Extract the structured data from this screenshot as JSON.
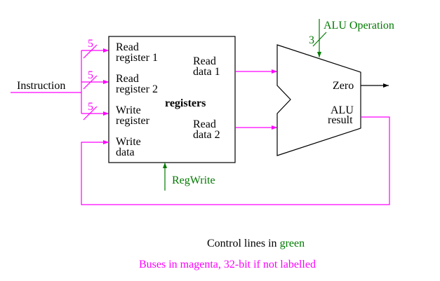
{
  "colors": {
    "bus": "#ff00ff",
    "control": "#007a00",
    "outline": "#000000"
  },
  "inputs": {
    "instruction": "Instruction",
    "bus_width_rr1": "5",
    "bus_width_rr2": "5",
    "bus_width_wr": "5"
  },
  "registers": {
    "title": "registers",
    "ports_in": [
      {
        "line1": "Read",
        "line2": "register 1"
      },
      {
        "line1": "Read",
        "line2": "register 2"
      },
      {
        "line1": "Write",
        "line2": "register"
      },
      {
        "line1": "Write",
        "line2": "data"
      }
    ],
    "ports_out": [
      {
        "line1": "Read",
        "line2": "data 1"
      },
      {
        "line1": "Read",
        "line2": "data 2"
      }
    ],
    "control": "RegWrite"
  },
  "alu": {
    "control": "ALU Operation",
    "control_width": "3",
    "out_zero": "Zero",
    "out_result_line1": "ALU",
    "out_result_line2": "result"
  },
  "legend": {
    "control_prefix": "Control lines in ",
    "control_word": "green",
    "bus_note": "Buses in magenta, 32-bit if not labelled"
  }
}
